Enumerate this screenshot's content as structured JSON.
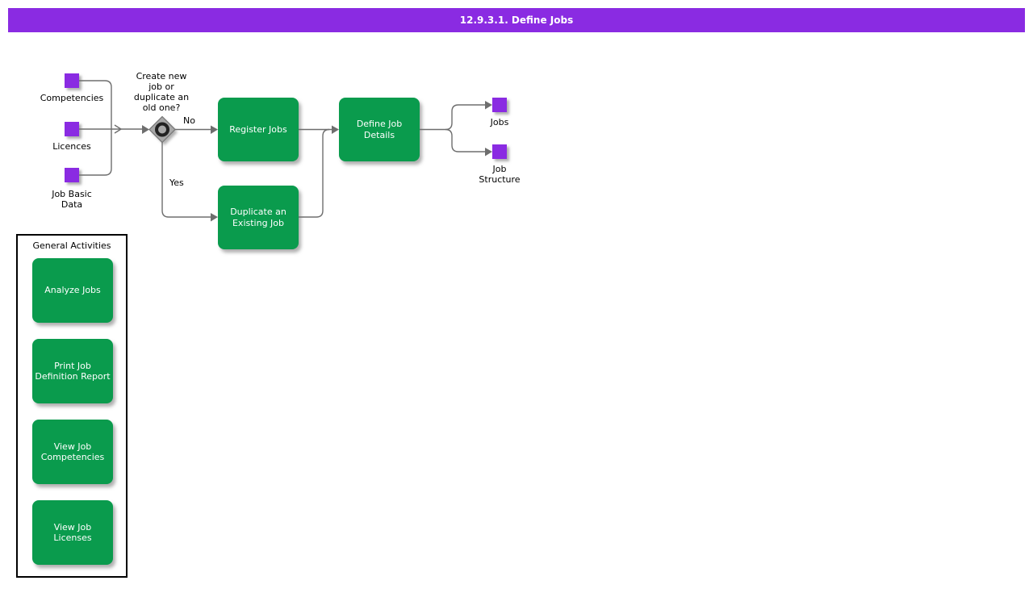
{
  "title_bar": {
    "text": "12.9.3.1. Define Jobs"
  },
  "colors": {
    "header_purple": "#8A2BE2",
    "artifact_purple": "#8A2BE2",
    "activity_green": "#0A9B4D",
    "connector_gray": "#6E6E6E",
    "gateway_gray": "#A8A8A8"
  },
  "inputs": [
    {
      "label": "Competencies"
    },
    {
      "label": "Licences"
    },
    {
      "label": "Job Basic\nData"
    }
  ],
  "decision": {
    "question": "Create new\njob or\nduplicate an\nold one?",
    "branch_no": "No",
    "branch_yes": "Yes"
  },
  "activities": {
    "register_jobs": {
      "label": "Register Jobs"
    },
    "duplicate_existing_job": {
      "label": "Duplicate an\nExisting Job"
    },
    "define_job_details": {
      "label": "Define Job\nDetails"
    }
  },
  "outputs": [
    {
      "label": "Jobs"
    },
    {
      "label": "Job\nStructure"
    }
  ],
  "general_activities": {
    "title": "General Activities",
    "items": [
      {
        "label": "Analyze Jobs"
      },
      {
        "label": "Print Job\nDefinition Report"
      },
      {
        "label": "View Job\nCompetencies"
      },
      {
        "label": "View Job\nLicenses"
      }
    ]
  }
}
